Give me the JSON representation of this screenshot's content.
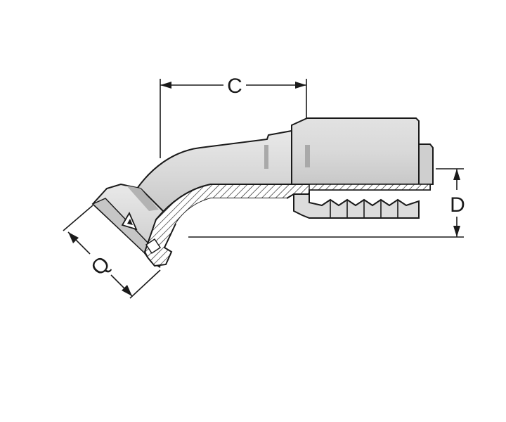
{
  "diagram": {
    "dimensions": {
      "c": "C",
      "d": "D",
      "q": "Q"
    },
    "colors": {
      "body_fill": "#d9d9d9",
      "body_shadow": "#a9a9a9",
      "outline": "#1a1a1a",
      "section_fill": "#f2f2f2"
    },
    "icons": {
      "logo": "triangle-logo-icon"
    }
  }
}
